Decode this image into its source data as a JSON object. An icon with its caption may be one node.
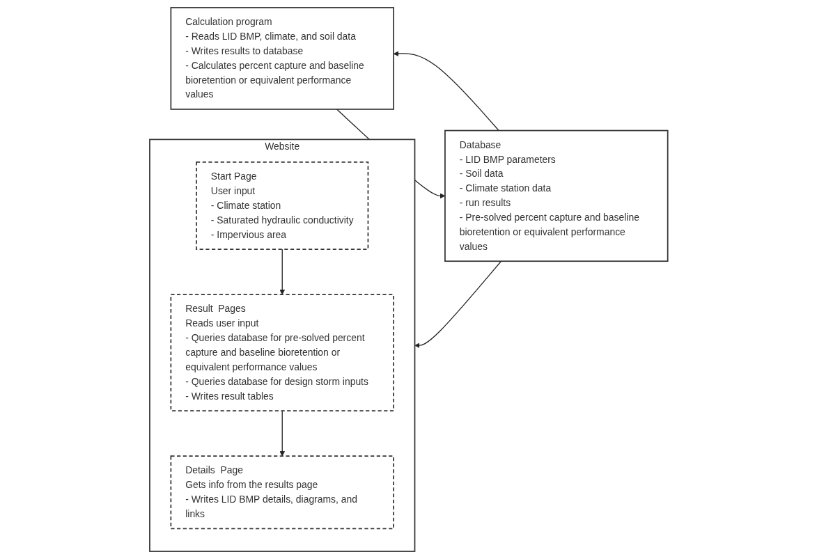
{
  "diagram": {
    "nodes": [
      {
        "text": [
          "Website"
        ]
      },
      {
        "text": [
          "Start Page",
          "User input",
          "- Climate station",
          "- Saturated hydraulic conductivity",
          "- Impervious area"
        ],
        "in": 0
      },
      {
        "text": [
          "Result  Pages",
          "Reads user input",
          "- Queries database for pre-solved percent capture and baseline bioretention or equivalent performance values",
          "- Queries database for design storm inputs",
          "- Writes result tables"
        ],
        "in": 0
      },
      {
        "text": [
          "Details  Page",
          "Gets info from the results page",
          "- Writes LID BMP details, diagrams, and links"
        ],
        "in": 0
      },
      {
        "text": [
          "Database",
          "- LID BMP parameters",
          "- Soil data",
          "- Climate station data",
          "- run results",
          "- Pre-solved percent capture and baseline bioretention or equivalent performance values"
        ]
      },
      {
        "text": [
          "Calculation program",
          "- Reads LID BMP, climate, and soil data",
          "- Writes results to database",
          "- Calculates percent capture and baseline bioretention or equivalent performance values"
        ]
      }
    ],
    "edges": [
      {
        "from": 1,
        "to": 2,
        "arrow": "to"
      },
      {
        "from": 2,
        "to": 3,
        "arrow": "to"
      },
      {
        "from": 4,
        "to": 0,
        "arrow": "to"
      },
      {
        "from": 4,
        "to": 5,
        "arrow": "to"
      },
      {
        "from": 5,
        "to": 4,
        "arrow": "to"
      }
    ]
  }
}
